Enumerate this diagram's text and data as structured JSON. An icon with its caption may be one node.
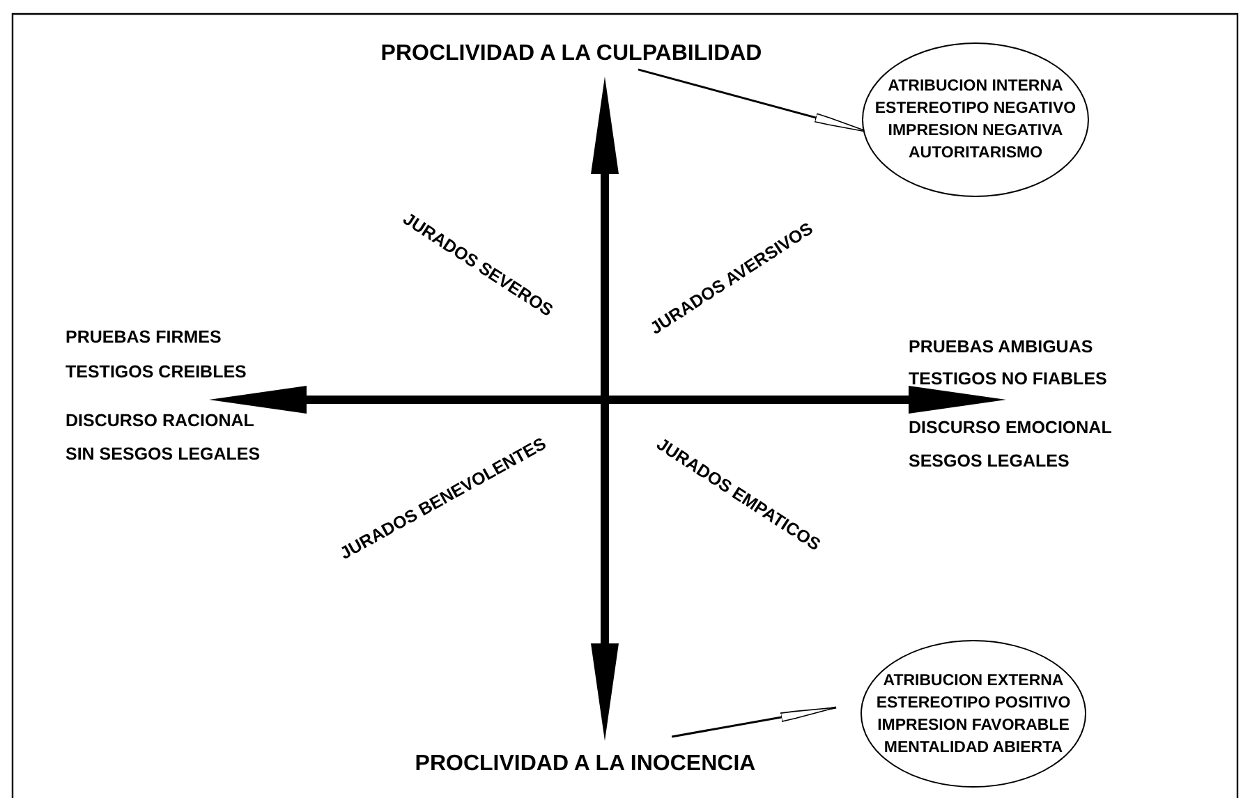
{
  "diagram": {
    "nodes": [
      {
        "text": [
          "PROCLIVIDAD A LA CULPABILIDAD"
        ]
      },
      {
        "text": [
          "ATRIBUCION INTERNA",
          "ESTEREOTIPO NEGATIVO",
          "IMPRESION NEGATIVA",
          "AUTORITARISMO"
        ]
      },
      {
        "text": [
          "PROCLIVIDAD A LA INOCENCIA"
        ]
      },
      {
        "text": [
          "ATRIBUCION EXTERNA",
          "ESTEREOTIPO POSITIVO",
          "IMPRESION FAVORABLE",
          "MENTALIDAD ABIERTA"
        ]
      }
    ],
    "edges": [
      {
        "from": 0,
        "to": 1,
        "arrow": "to"
      },
      {
        "from": 2,
        "to": 3,
        "arrow": "to"
      }
    ],
    "labels": [
      "JURADOS SEVEROS",
      "JURADOS AVERSIVOS",
      "PRUEBAS FIRMES",
      "TESTIGOS CREIBLES",
      "DISCURSO RACIONAL",
      "SIN SESGOS LEGALES",
      "PRUEBAS AMBIGUAS",
      "TESTIGOS NO FIABLES",
      "DISCURSO EMOCIONAL",
      "SESGOS LEGALES",
      "JURADOS BENEVOLENTES",
      "JURADOS EMPATICOS"
    ]
  }
}
